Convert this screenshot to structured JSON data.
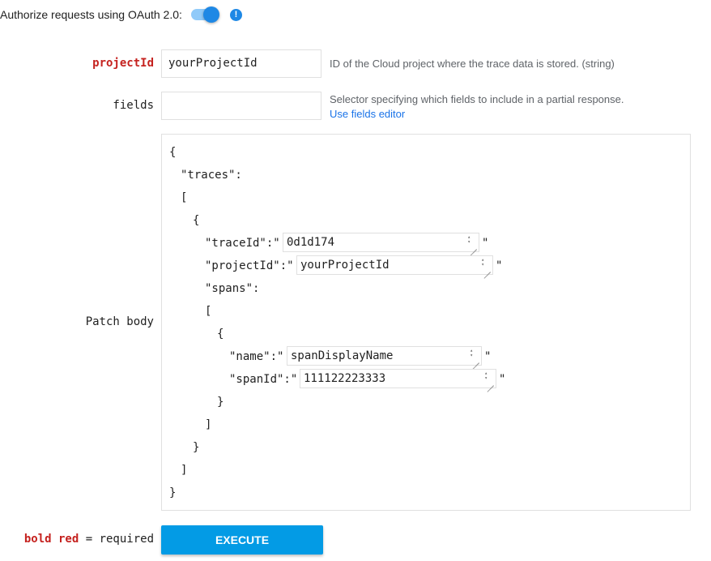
{
  "oauth": {
    "label": "Authorize requests using OAuth 2.0:",
    "enabled": true,
    "info_icon": "!"
  },
  "params": {
    "projectId": {
      "label": "projectId",
      "value": "yourProjectId",
      "description": "ID of the Cloud project where the trace data is stored. (string)"
    },
    "fields": {
      "label": "fields",
      "value": "",
      "description": "Selector specifying which fields to include in a partial response.",
      "link": "Use fields editor"
    },
    "patch_body": {
      "label": "Patch body",
      "open_brace": "{",
      "close_brace": "}",
      "traces_key": "\"traces\":",
      "open_bracket": "[",
      "close_bracket": "]",
      "trace_open": "{",
      "trace_close": "}",
      "traceId_key": "\"traceId\":\"",
      "traceId_value": "0d1d174",
      "projectId_key": "\"projectId\":\"",
      "projectId_value": "yourProjectId",
      "spans_key": "\"spans\":",
      "spans_open": "[",
      "spans_close": "]",
      "span_open": "{",
      "span_close": "}",
      "name_key": "\"name\":\"",
      "name_value": "spanDisplayName",
      "spanId_key": "\"spanId\":\"",
      "spanId_value": "111122223333",
      "quote": "\""
    }
  },
  "footer": {
    "bold_red": "bold red",
    "required_suffix": " = required",
    "execute_label": "EXECUTE"
  },
  "colors": {
    "accent": "#039be5",
    "required": "#c5221f",
    "link": "#1a73e8"
  }
}
